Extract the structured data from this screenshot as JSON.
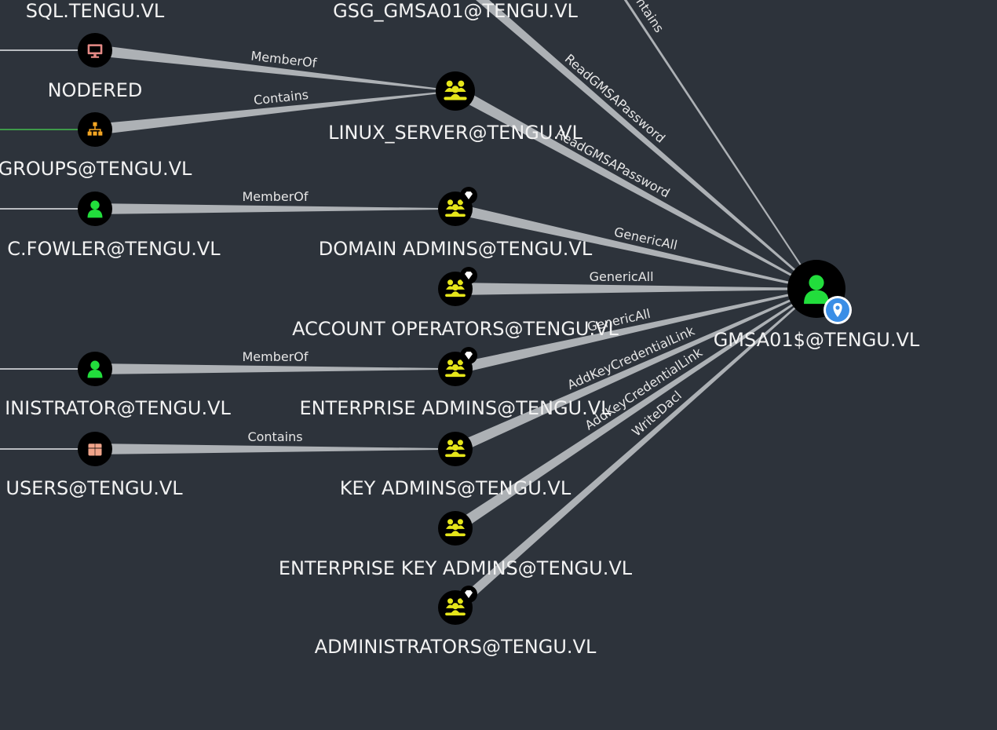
{
  "colors": {
    "background": "#2d333b",
    "edge": "#b9bcc0",
    "node_bg": "#000000",
    "group_icon": "#e6e61a",
    "user_icon": "#22dd3c",
    "computer_icon": "#e58a86",
    "ou_icon": "#f5a623",
    "container_icon": "#f0a48a",
    "owned_marker": "#3a8ee6"
  },
  "nodes": [
    {
      "id": "sql",
      "label": "SQL.TENGU.VL",
      "icon": "computer-icon",
      "type": "computer",
      "has_icon": false
    },
    {
      "id": "gsg",
      "label": "GSG_GMSA01@TENGU.VL",
      "icon": "group-icon",
      "type": "group",
      "has_icon": false
    },
    {
      "id": "nodered",
      "label": "NODERED",
      "icon": "computer-icon",
      "type": "computer",
      "has_icon": true
    },
    {
      "id": "linux",
      "label": "LINUX_SERVER@TENGU.VL",
      "icon": "group-icon",
      "type": "group",
      "has_icon": true
    },
    {
      "id": "groups_ou",
      "label": "GROUPS@TENGU.VL",
      "icon": "organizational-unit-icon",
      "type": "ou",
      "has_icon": true
    },
    {
      "id": "cfowler",
      "label": "C.FOWLER@TENGU.VL",
      "icon": "user-icon",
      "type": "user",
      "has_icon": true
    },
    {
      "id": "domain_admins",
      "label": "DOMAIN ADMINS@TENGU.VL",
      "icon": "group-icon",
      "type": "group",
      "has_icon": true,
      "tier_zero": true
    },
    {
      "id": "account_ops",
      "label": "ACCOUNT OPERATORS@TENGU.VL",
      "icon": "group-icon",
      "type": "group",
      "has_icon": true,
      "tier_zero": true
    },
    {
      "id": "administrator",
      "label": "INISTRATOR@TENGU.VL",
      "icon": "user-icon",
      "type": "user",
      "has_icon": true
    },
    {
      "id": "enterprise_admins",
      "label": "ENTERPRISE ADMINS@TENGU.VL",
      "icon": "group-icon",
      "type": "group",
      "has_icon": true,
      "tier_zero": true
    },
    {
      "id": "users_cn",
      "label": "USERS@TENGU.VL",
      "icon": "container-icon",
      "type": "container",
      "has_icon": true
    },
    {
      "id": "key_admins",
      "label": "KEY ADMINS@TENGU.VL",
      "icon": "group-icon",
      "type": "group",
      "has_icon": true
    },
    {
      "id": "ent_key_admins",
      "label": "ENTERPRISE KEY ADMINS@TENGU.VL",
      "icon": "group-icon",
      "type": "group",
      "has_icon": true
    },
    {
      "id": "administrators",
      "label": "ADMINISTRATORS@TENGU.VL",
      "icon": "group-icon",
      "type": "group",
      "has_icon": true,
      "tier_zero": true
    },
    {
      "id": "gmsa01",
      "label": "GMSA01$@TENGU.VL",
      "icon": "user-icon",
      "type": "user",
      "has_icon": true,
      "owned": true
    }
  ],
  "edges": [
    {
      "id": "e1",
      "label": "MemberOf",
      "source": "nodered",
      "target": "linux"
    },
    {
      "id": "e2",
      "label": "Contains",
      "source": "groups_ou",
      "target": "linux"
    },
    {
      "id": "e3",
      "label": "MemberOf",
      "source": "cfowler",
      "target": "domain_admins"
    },
    {
      "id": "e4",
      "label": "MemberOf",
      "source": "administrator",
      "target": "enterprise_admins"
    },
    {
      "id": "e5",
      "label": "Contains",
      "source": "users_cn",
      "target": "key_admins"
    },
    {
      "id": "e6",
      "label": "ReadGMSAPassword",
      "source": "gsg",
      "target": "gmsa01"
    },
    {
      "id": "e7",
      "label": "ReadGMSAPassword",
      "source": "linux",
      "target": "gmsa01"
    },
    {
      "id": "e8",
      "label": "GenericAll",
      "source": "domain_admins",
      "target": "gmsa01"
    },
    {
      "id": "e9",
      "label": "GenericAll",
      "source": "account_ops",
      "target": "gmsa01"
    },
    {
      "id": "e10",
      "label": "GenericAll",
      "source": "enterprise_admins",
      "target": "gmsa01"
    },
    {
      "id": "e11",
      "label": "AddKeyCredentialLink",
      "source": "key_admins",
      "target": "gmsa01"
    },
    {
      "id": "e12",
      "label": "AddKeyCredentialLink",
      "source": "ent_key_admins",
      "target": "gmsa01"
    },
    {
      "id": "e13",
      "label": "WriteDacl",
      "source": "administrators",
      "target": "gmsa01"
    },
    {
      "id": "e14",
      "label": "ntains",
      "source": "offscreen_top",
      "target": "gmsa01"
    }
  ]
}
